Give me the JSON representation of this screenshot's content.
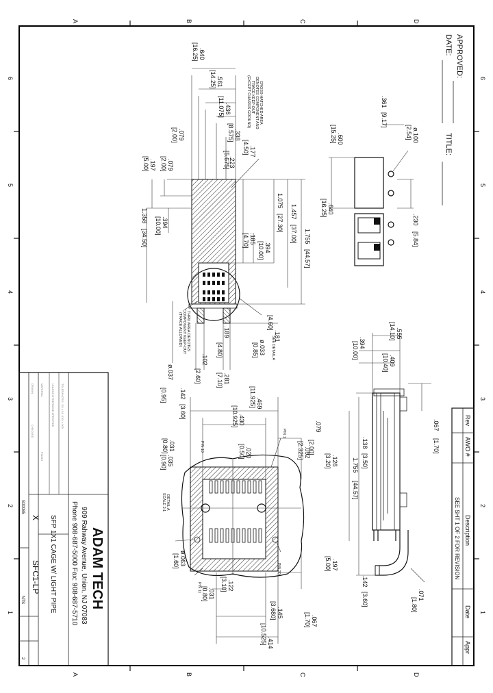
{
  "border": {
    "zones_top": [
      "A",
      "B",
      "C",
      "D"
    ],
    "zones_bottom": [
      "A",
      "B",
      "C",
      "D"
    ],
    "zones_left": [
      "6",
      "5",
      "4",
      "3",
      "2",
      "1"
    ],
    "zones_right": [
      "6",
      "5",
      "4",
      "3",
      "2",
      "1"
    ]
  },
  "approval": {
    "approved_label": "APPROVED:",
    "date_label": "DATE:",
    "title_label": "TITLE:"
  },
  "revision_block": {
    "headers": [
      "Rev",
      "AWO #",
      "Description",
      "Date",
      "Appr"
    ],
    "description": "SEE SHT 1 OF 2 FOR REVISION"
  },
  "title_block": {
    "company": "ADAM TECH",
    "address": "909 Rahway Avenue, Union, NJ 07083",
    "phone": "Phone 908-687-5000 Fax: 908-687-5710",
    "title": "SFP 1X1 CAGE W/ LIGHT PIPE",
    "part_no": "SFC1-LP",
    "scale": "NTS",
    "sheet": "2",
    "x_mark": "X",
    "doc_no": "S00085"
  },
  "notes": {
    "crosshatch": [
      "CROSS-HATCHED AREA",
      "DENOTES COMPONENT AND",
      "TRACE KEEP-OUT",
      "(EXCEPT CHASSIS GROUND)"
    ],
    "thru_area": [
      "THRU AREA DENOTES",
      "COMPONENT KEEP-OUT",
      "(TRACE ALLOWED)"
    ],
    "see_detail": [
      "SEE DETAIL A"
    ],
    "detail_label": [
      "DETAIL A",
      "SCALE 2:1"
    ]
  },
  "pins": {
    "pin1": "PIN 1",
    "pin10": "PIN 10",
    "pin11": "PIN 11",
    "pin20": "PIN 20"
  },
  "dims_footprint": {
    "d640": ".640",
    "d640m": "[16.25]",
    "d561": ".561",
    "d561m": "[14.25]",
    "d436": ".436",
    "d436m": "[11.075]",
    "d338": ".338",
    "d338m": "[8.575]",
    "d223": ".223",
    "d223m": "[5.675]",
    "d177": ".177",
    "d177m": "[4.50]",
    "d079a": ".079",
    "d079am": "[2.00]",
    "d079b": ".079",
    "d079bm": "[2.00]",
    "d197": ".197",
    "d197m": "[5.00]",
    "d1755": "1.755",
    "d1755m": "[44.57]",
    "d1457": "1.457",
    "d1457m": "[37.00]",
    "d1075": "1.075",
    "d1075m": "[27.30]",
    "d394a": ".394",
    "d394am": "[10.00]",
    "d394b": ".394",
    "d394bm": "[10.00]",
    "d1358": "1.358",
    "d1358m": "[34.50]",
    "d185": ".185",
    "d185m": "[4.70]",
    "d181": ".181",
    "d181m": "[4.60]",
    "d033": "ø.033",
    "d033m": "[0.85]",
    "d189": ".189",
    "d189m": "[4.80]",
    "d281": ".281",
    "d281m": "[7.10]",
    "d102": ".102",
    "d102m": "[2.60]",
    "d142": ".142",
    "d142m": "[3.60]",
    "d037": "ø.037",
    "d037m": "[0.95]"
  },
  "dims_cage": {
    "d100": "ø.100",
    "d100m": "[2.54]",
    "d361": ".361",
    "d361m": "[9.17]",
    "d600": ".600",
    "d600m": "[15.25]",
    "d640": ".640",
    "d640m": "[16.25]",
    "d230": ".230",
    "d230m": "[5.84]"
  },
  "dims_side": {
    "d555": ".555",
    "d555m": "[14.10]",
    "d409": ".409",
    "d409m": "[10.40]",
    "d394": ".394",
    "d394m": "[10.00]",
    "d067": ".067",
    "d067m": "[1.70]",
    "d138": ".138",
    "d138m": "[3.50]",
    "d1755": "1.755",
    "d1755m": "[44.57]",
    "d142": ".142",
    "d142m": "[3.60]",
    "d071": ".071",
    "d071m": "[1.80]"
  },
  "dims_detail": {
    "d469": ".469",
    "d469m": "[11.925]",
    "d430": ".430",
    "d430m": "[10.925]",
    "d079": ".079",
    "d079m": "[2.00]",
    "d020": ".020",
    "d020m": "[0.50]",
    "d092": ".092",
    "d092m": "[2.325]",
    "d126": ".126",
    "d126m": "[3.20]",
    "d031a": ".031",
    "d031am": "[0.80]",
    "d035": ".035",
    "d035m": "[0.90]",
    "d063": "ø.063",
    "d063m": "[1.60]",
    "d122": ".122",
    "d122m": "[3.10]",
    "d031b": ".031",
    "d031bm": "[0.80]",
    "d145": ".145",
    "d145m": "[3.680]",
    "d414": ".414",
    "d414m": "[10.525]",
    "d067": ".067",
    "d067m": "[1.70]",
    "d197": ".197",
    "d197m": "[5.00]"
  }
}
